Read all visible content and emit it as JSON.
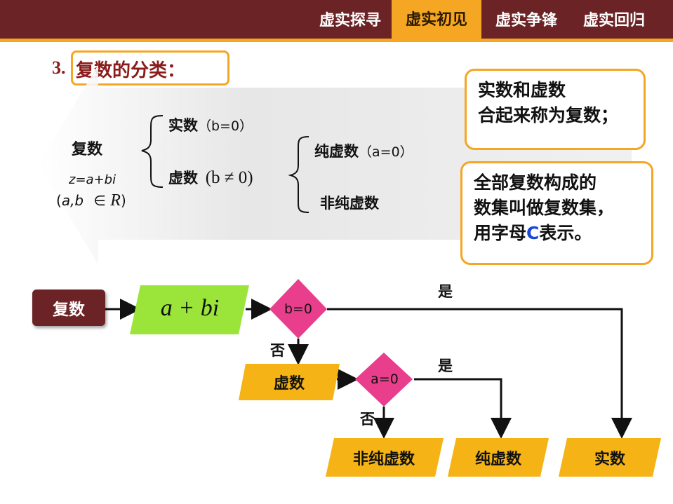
{
  "nav": {
    "tabs": [
      {
        "label": "虚实探寻"
      },
      {
        "label": "虚实初见"
      },
      {
        "label": "虚实争锋"
      },
      {
        "label": "虚实回归"
      }
    ],
    "active_index": 1
  },
  "heading": {
    "number": "3.",
    "title": "复数的分类："
  },
  "classification": {
    "complex_label": "复数",
    "form": "z=a+bi",
    "condition_paren_open": "(",
    "condition_vars": "a,b",
    "condition_in": "∈",
    "condition_set": "R",
    "condition_paren_close": ")",
    "real_label": "实数",
    "real_cond": "（b=0）",
    "imag_label": "虚数",
    "imag_cond": "(b ≠ 0)",
    "pure_label": "纯虚数",
    "pure_cond": "（a=0）",
    "nonpure_label": "非纯虚数"
  },
  "notes": {
    "note1_line1": "实数和虚数",
    "note1_line2": "合起来称为复数；",
    "note2_line1": "全部复数构成的",
    "note2_line2": "数集叫做复数集，",
    "note2_line3_pre": "用字母",
    "note2_letter": "C",
    "note2_line3_post": "表示。"
  },
  "flowchart": {
    "start": "复数",
    "expr": "a + bi",
    "decision1": "b=0",
    "decision2": "a=0",
    "yes": "是",
    "no": "否",
    "imag": "虚数",
    "nonpure": "非纯虚数",
    "pure": "纯虚数",
    "real": "实数"
  },
  "colors": {
    "brand": "#6b2325",
    "accent": "#f5a623",
    "expr_green": "#9be53a",
    "decision_pink": "#e83e8c",
    "letter_blue": "#1747d4"
  }
}
